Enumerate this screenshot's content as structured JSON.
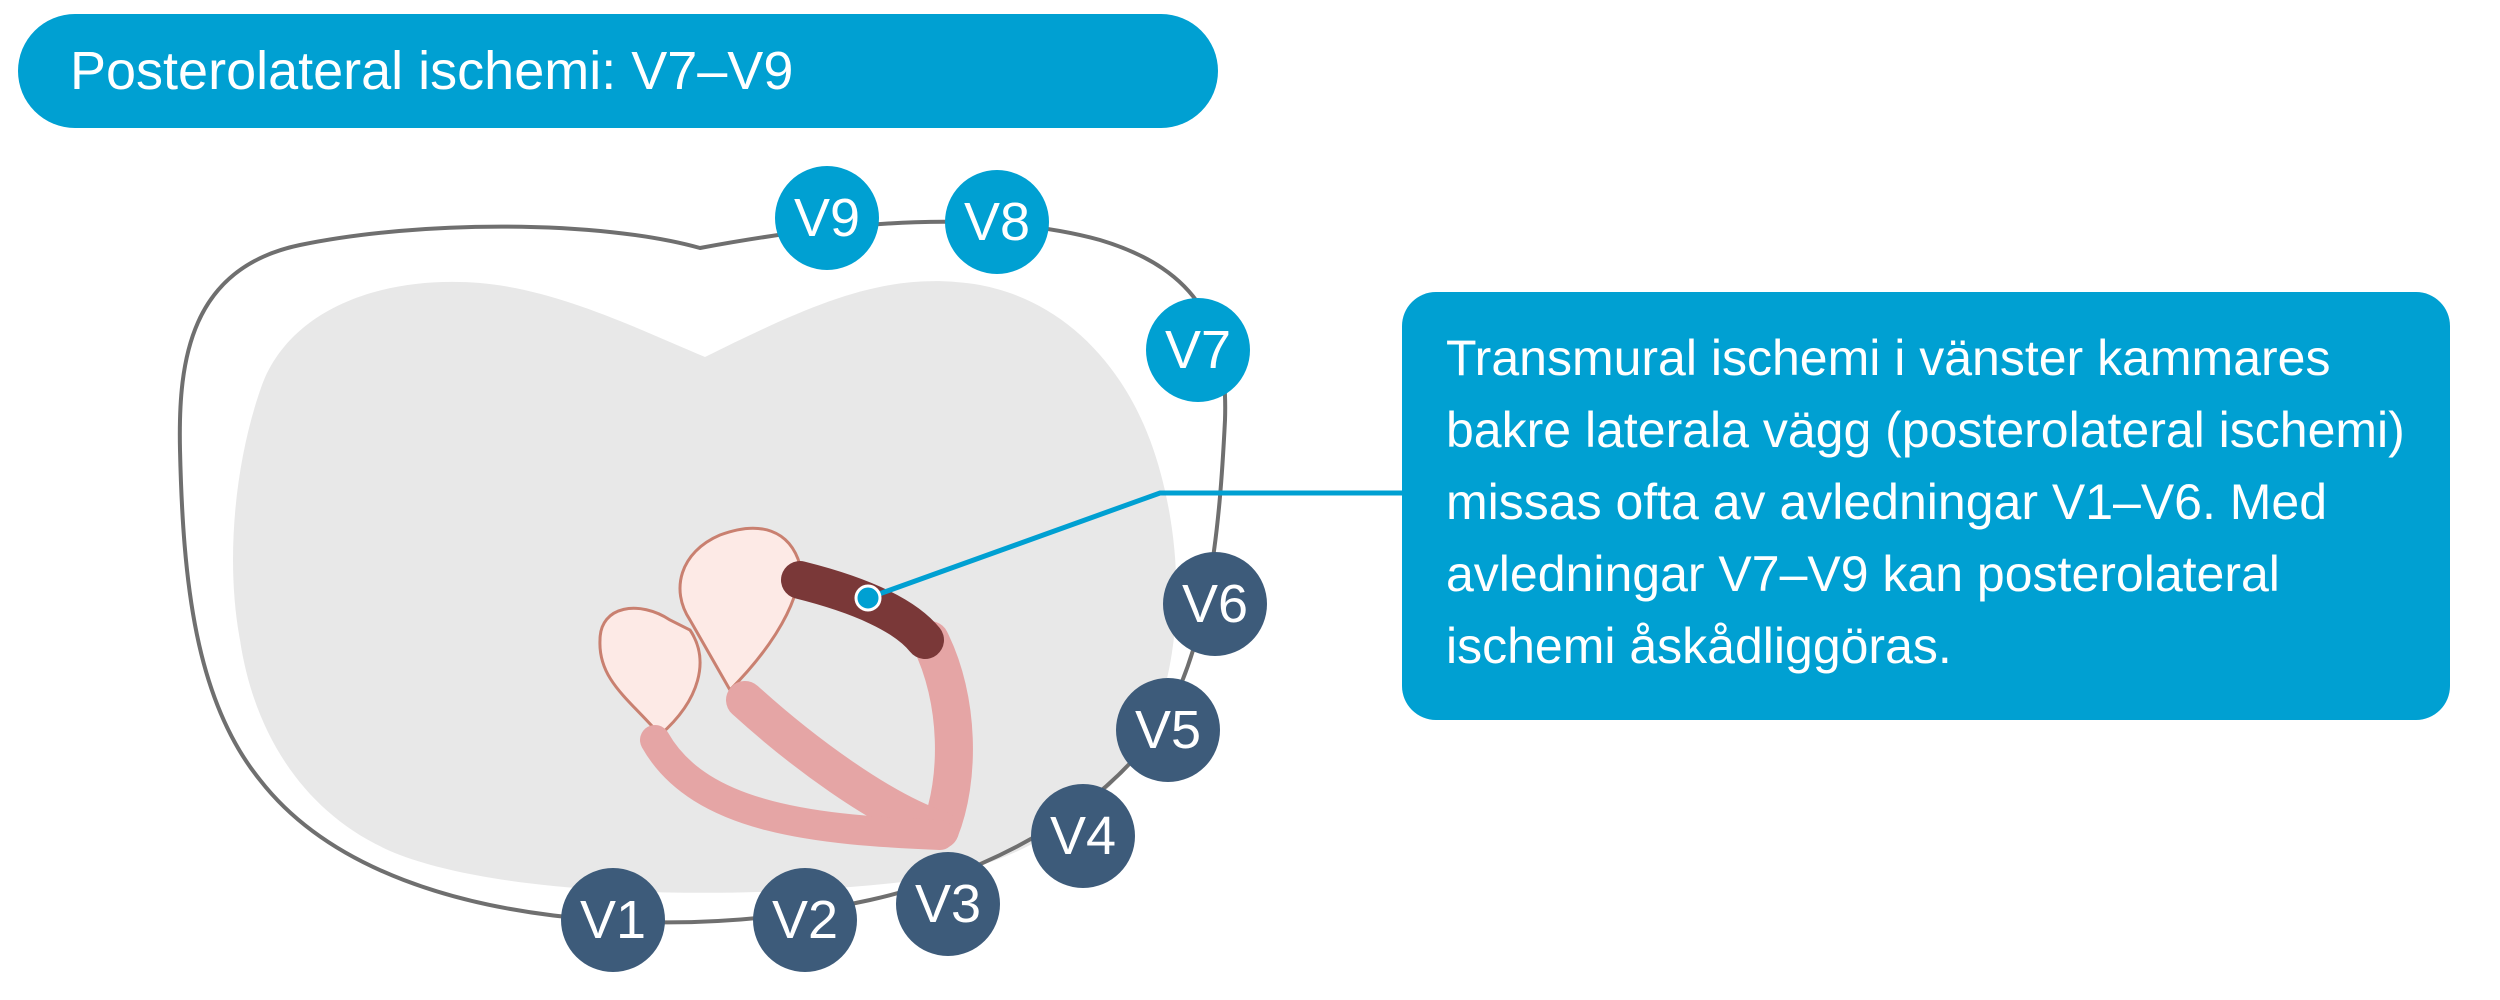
{
  "title": "Posterolateral ischemi: V7–V9",
  "callout_text": "Transmural ischemi i vänster kammares bakre laterala vägg (posterolateral ischemi) missas ofta av avledningar V1–V6. Med avledningar V7–V9 kan posterolateral ischemi åskådliggöras.",
  "leads": {
    "v1": "V1",
    "v2": "V2",
    "v3": "V3",
    "v4": "V4",
    "v5": "V5",
    "v6": "V6",
    "v7": "V7",
    "v8": "V8",
    "v9": "V9"
  },
  "colors": {
    "accent": "#00a0d2",
    "lead_precordial": "#3d5b7a",
    "lead_posterior": "#00a0d2",
    "ischemic_wall": "#7a3838",
    "ventricle_wall": "#e5a5a5",
    "atrium": "#fdeae6",
    "chest_fill": "#e8e8e8"
  }
}
